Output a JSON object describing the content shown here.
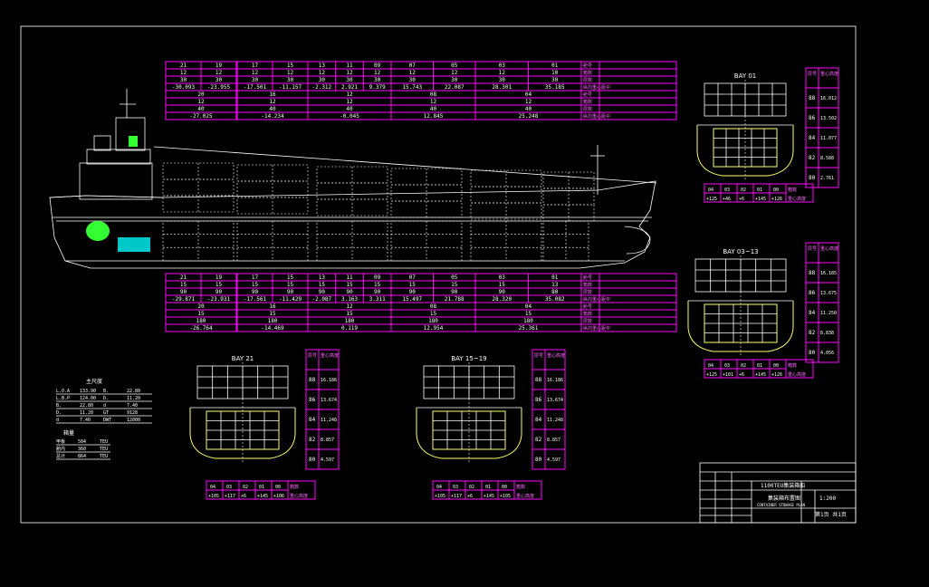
{
  "colors": {
    "background": "#000000",
    "border": "#ffffff",
    "table": "#ff00ff",
    "hull": "#ffffff",
    "hold": "#ffff66",
    "engine": "#00c8c8",
    "funnel": "#33ff33"
  },
  "top_table": {
    "rows": [
      [
        "21",
        "19",
        "17",
        "15",
        "13",
        "11",
        "09",
        "07",
        "05",
        "03",
        "01"
      ],
      [
        "12",
        "12",
        "12",
        "12",
        "12",
        "12",
        "12",
        "12",
        "12",
        "12",
        "10"
      ],
      [
        "30",
        "30",
        "30",
        "30",
        "30",
        "30",
        "30",
        "30",
        "30",
        "30",
        "30"
      ],
      [
        "-30.093",
        "-23.955",
        "-17.501",
        "-11.157",
        "-2.312",
        "2.921",
        "9.379",
        "15.743",
        "22.087",
        "28.301",
        "35.185"
      ]
    ],
    "rows2": [
      [
        "20",
        "16",
        "12",
        "08",
        "04"
      ],
      [
        "12",
        "12",
        "12",
        "12",
        "12"
      ],
      [
        "40",
        "40",
        "40",
        "40",
        "40"
      ],
      [
        "-27.025",
        "-14.234",
        "-0.045",
        "12.845",
        "25.248"
      ]
    ],
    "legend": [
      "舱号",
      "箱数",
      "层数",
      "纵向重心距中"
    ]
  },
  "bottom_table": {
    "rows": [
      [
        "21",
        "19",
        "17",
        "15",
        "13",
        "11",
        "09",
        "07",
        "05",
        "03",
        "01"
      ],
      [
        "15",
        "15",
        "15",
        "15",
        "15",
        "15",
        "15",
        "15",
        "15",
        "15",
        "13"
      ],
      [
        "90",
        "90",
        "90",
        "90",
        "90",
        "90",
        "90",
        "90",
        "90",
        "90",
        "80"
      ],
      [
        "-29.871",
        "-23.931",
        "-17.561",
        "-11.429",
        "-2.087",
        "3.163",
        "3.311",
        "15.497",
        "21.788",
        "28.320",
        "35.082"
      ]
    ],
    "rows2": [
      [
        "20",
        "16",
        "12",
        "08",
        "04"
      ],
      [
        "15",
        "15",
        "15",
        "15",
        "15"
      ],
      [
        "180",
        "180",
        "180",
        "180",
        "180"
      ],
      [
        "-26.764",
        "-14.469",
        "0.119",
        "12.954",
        "25.361"
      ]
    ],
    "legend": [
      "舱号",
      "箱数",
      "层数",
      "纵向重心距中"
    ]
  },
  "bays": [
    {
      "title": "BAY 01",
      "levels": [
        "88",
        "86",
        "84",
        "82",
        "80"
      ],
      "vcg": [
        "16.012",
        "13.502",
        "11.077",
        "8.588",
        "2.761"
      ],
      "counts": [
        "+125",
        "+46",
        "+6",
        "+145",
        "+126"
      ]
    },
    {
      "title": "BAY 03~13",
      "levels": [
        "88",
        "86",
        "84",
        "82",
        "80"
      ],
      "vcg": [
        "16.185",
        "13.675",
        "11.250",
        "8.838",
        "4.056"
      ],
      "counts": [
        "+125",
        "+101",
        "+6",
        "+145",
        "+126"
      ]
    },
    {
      "title": "BAY 21",
      "levels": [
        "88",
        "86",
        "84",
        "82",
        "80"
      ],
      "vcg": [
        "16.186",
        "13.674",
        "11.248",
        "8.857",
        "4.597"
      ],
      "counts": [
        "+105",
        "+117",
        "+6",
        "+145",
        "+106"
      ]
    },
    {
      "title": "BAY 15~19",
      "levels": [
        "88",
        "86",
        "84",
        "82",
        "80"
      ],
      "vcg": [
        "16.186",
        "13.674",
        "11.248",
        "8.857",
        "4.597"
      ],
      "counts": [
        "+105",
        "+117",
        "+6",
        "+145",
        "+105"
      ]
    }
  ],
  "bay_table_head": [
    "层号",
    "重心高度"
  ],
  "bay_count_head": [
    "箱数",
    "重心高度"
  ],
  "left_notes": {
    "title1": "主尺度",
    "rows1": [
      [
        "L.O.A",
        "133.90",
        "B.",
        "22.80"
      ],
      [
        "L.B.P",
        "124.00",
        "D.",
        "11.20"
      ],
      [
        "B.",
        "22.80",
        "d",
        "7.40"
      ],
      [
        "D.",
        "11.20",
        "GT",
        "9128"
      ],
      [
        "d",
        "7.40",
        "DWT",
        "12000"
      ]
    ],
    "title2": "箱量",
    "rows2": [
      [
        "甲板",
        "504",
        "TEU"
      ],
      [
        "舱内",
        "360",
        "TEU"
      ],
      [
        "总计",
        "864",
        "TEU"
      ]
    ]
  },
  "title_block": {
    "project": "1100TEU集装箱船",
    "drawing": "集装箱布置图",
    "drawing_en": "CONTAINER STOWAGE PLAN",
    "scale": "1:200",
    "sheet": "第1页 共1页"
  }
}
